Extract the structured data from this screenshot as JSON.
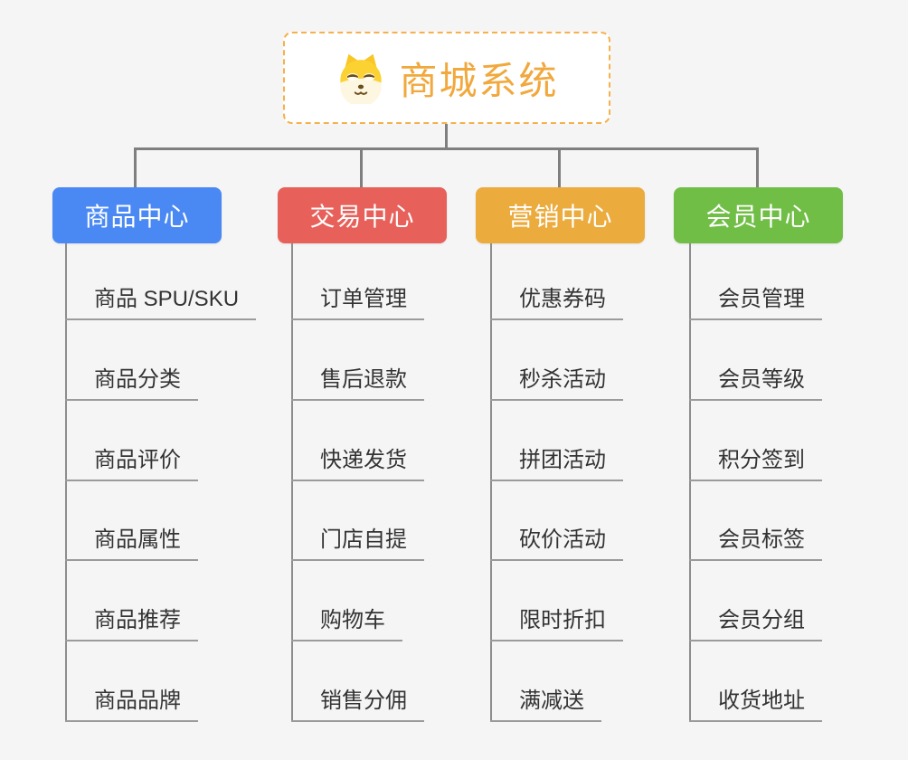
{
  "root": {
    "title": "商城系统",
    "icon": "dog-icon",
    "title_color": "#F1A83C",
    "border_color": "#F5B14C"
  },
  "connector_color": "#7F7F7F",
  "branches": [
    {
      "label": "商品中心",
      "color": "#4A89F3",
      "items": [
        "商品 SPU/SKU",
        "商品分类",
        "商品评价",
        "商品属性",
        "商品推荐",
        "商品品牌"
      ]
    },
    {
      "label": "交易中心",
      "color": "#E7605A",
      "items": [
        "订单管理",
        "售后退款",
        "快递发货",
        "门店自提",
        "购物车",
        "销售分佣"
      ]
    },
    {
      "label": "营销中心",
      "color": "#EBAB3D",
      "items": [
        "优惠券码",
        "秒杀活动",
        "拼团活动",
        "砍价活动",
        "限时折扣",
        "满减送"
      ]
    },
    {
      "label": "会员中心",
      "color": "#70BE46",
      "items": [
        "会员管理",
        "会员等级",
        "积分签到",
        "会员标签",
        "会员分组",
        "收货地址"
      ]
    }
  ]
}
